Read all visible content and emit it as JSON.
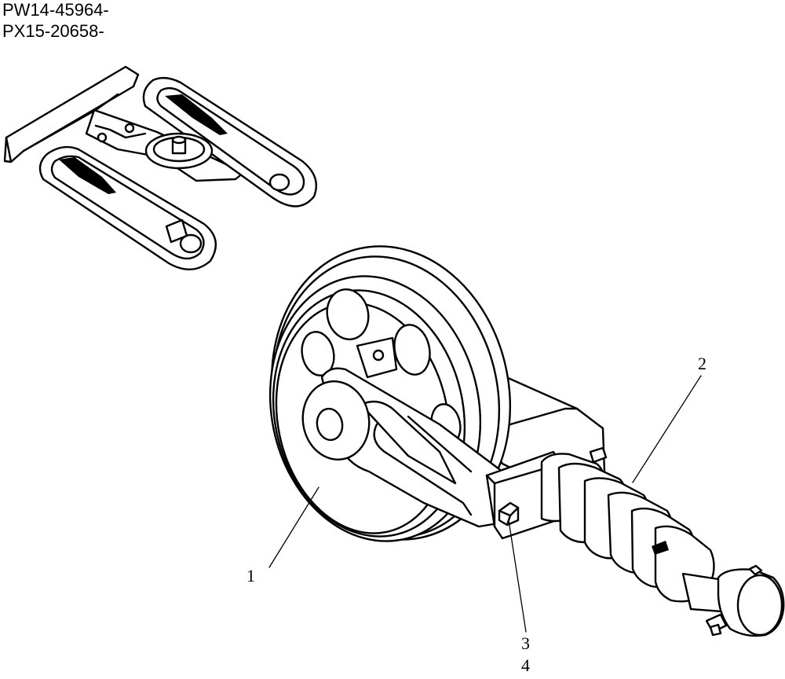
{
  "header": {
    "code_line_1": "PW14-45964-",
    "code_line_2": "PX15-20658-"
  },
  "callouts": {
    "c1": "1",
    "c2": "2",
    "c3": "3",
    "c4": "4"
  },
  "icons": {
    "overview": "undercarriage-overview-icon",
    "assembly": "idler-wheel-recoil-spring-assembly"
  },
  "colors": {
    "line": "#000000",
    "background": "#ffffff"
  }
}
